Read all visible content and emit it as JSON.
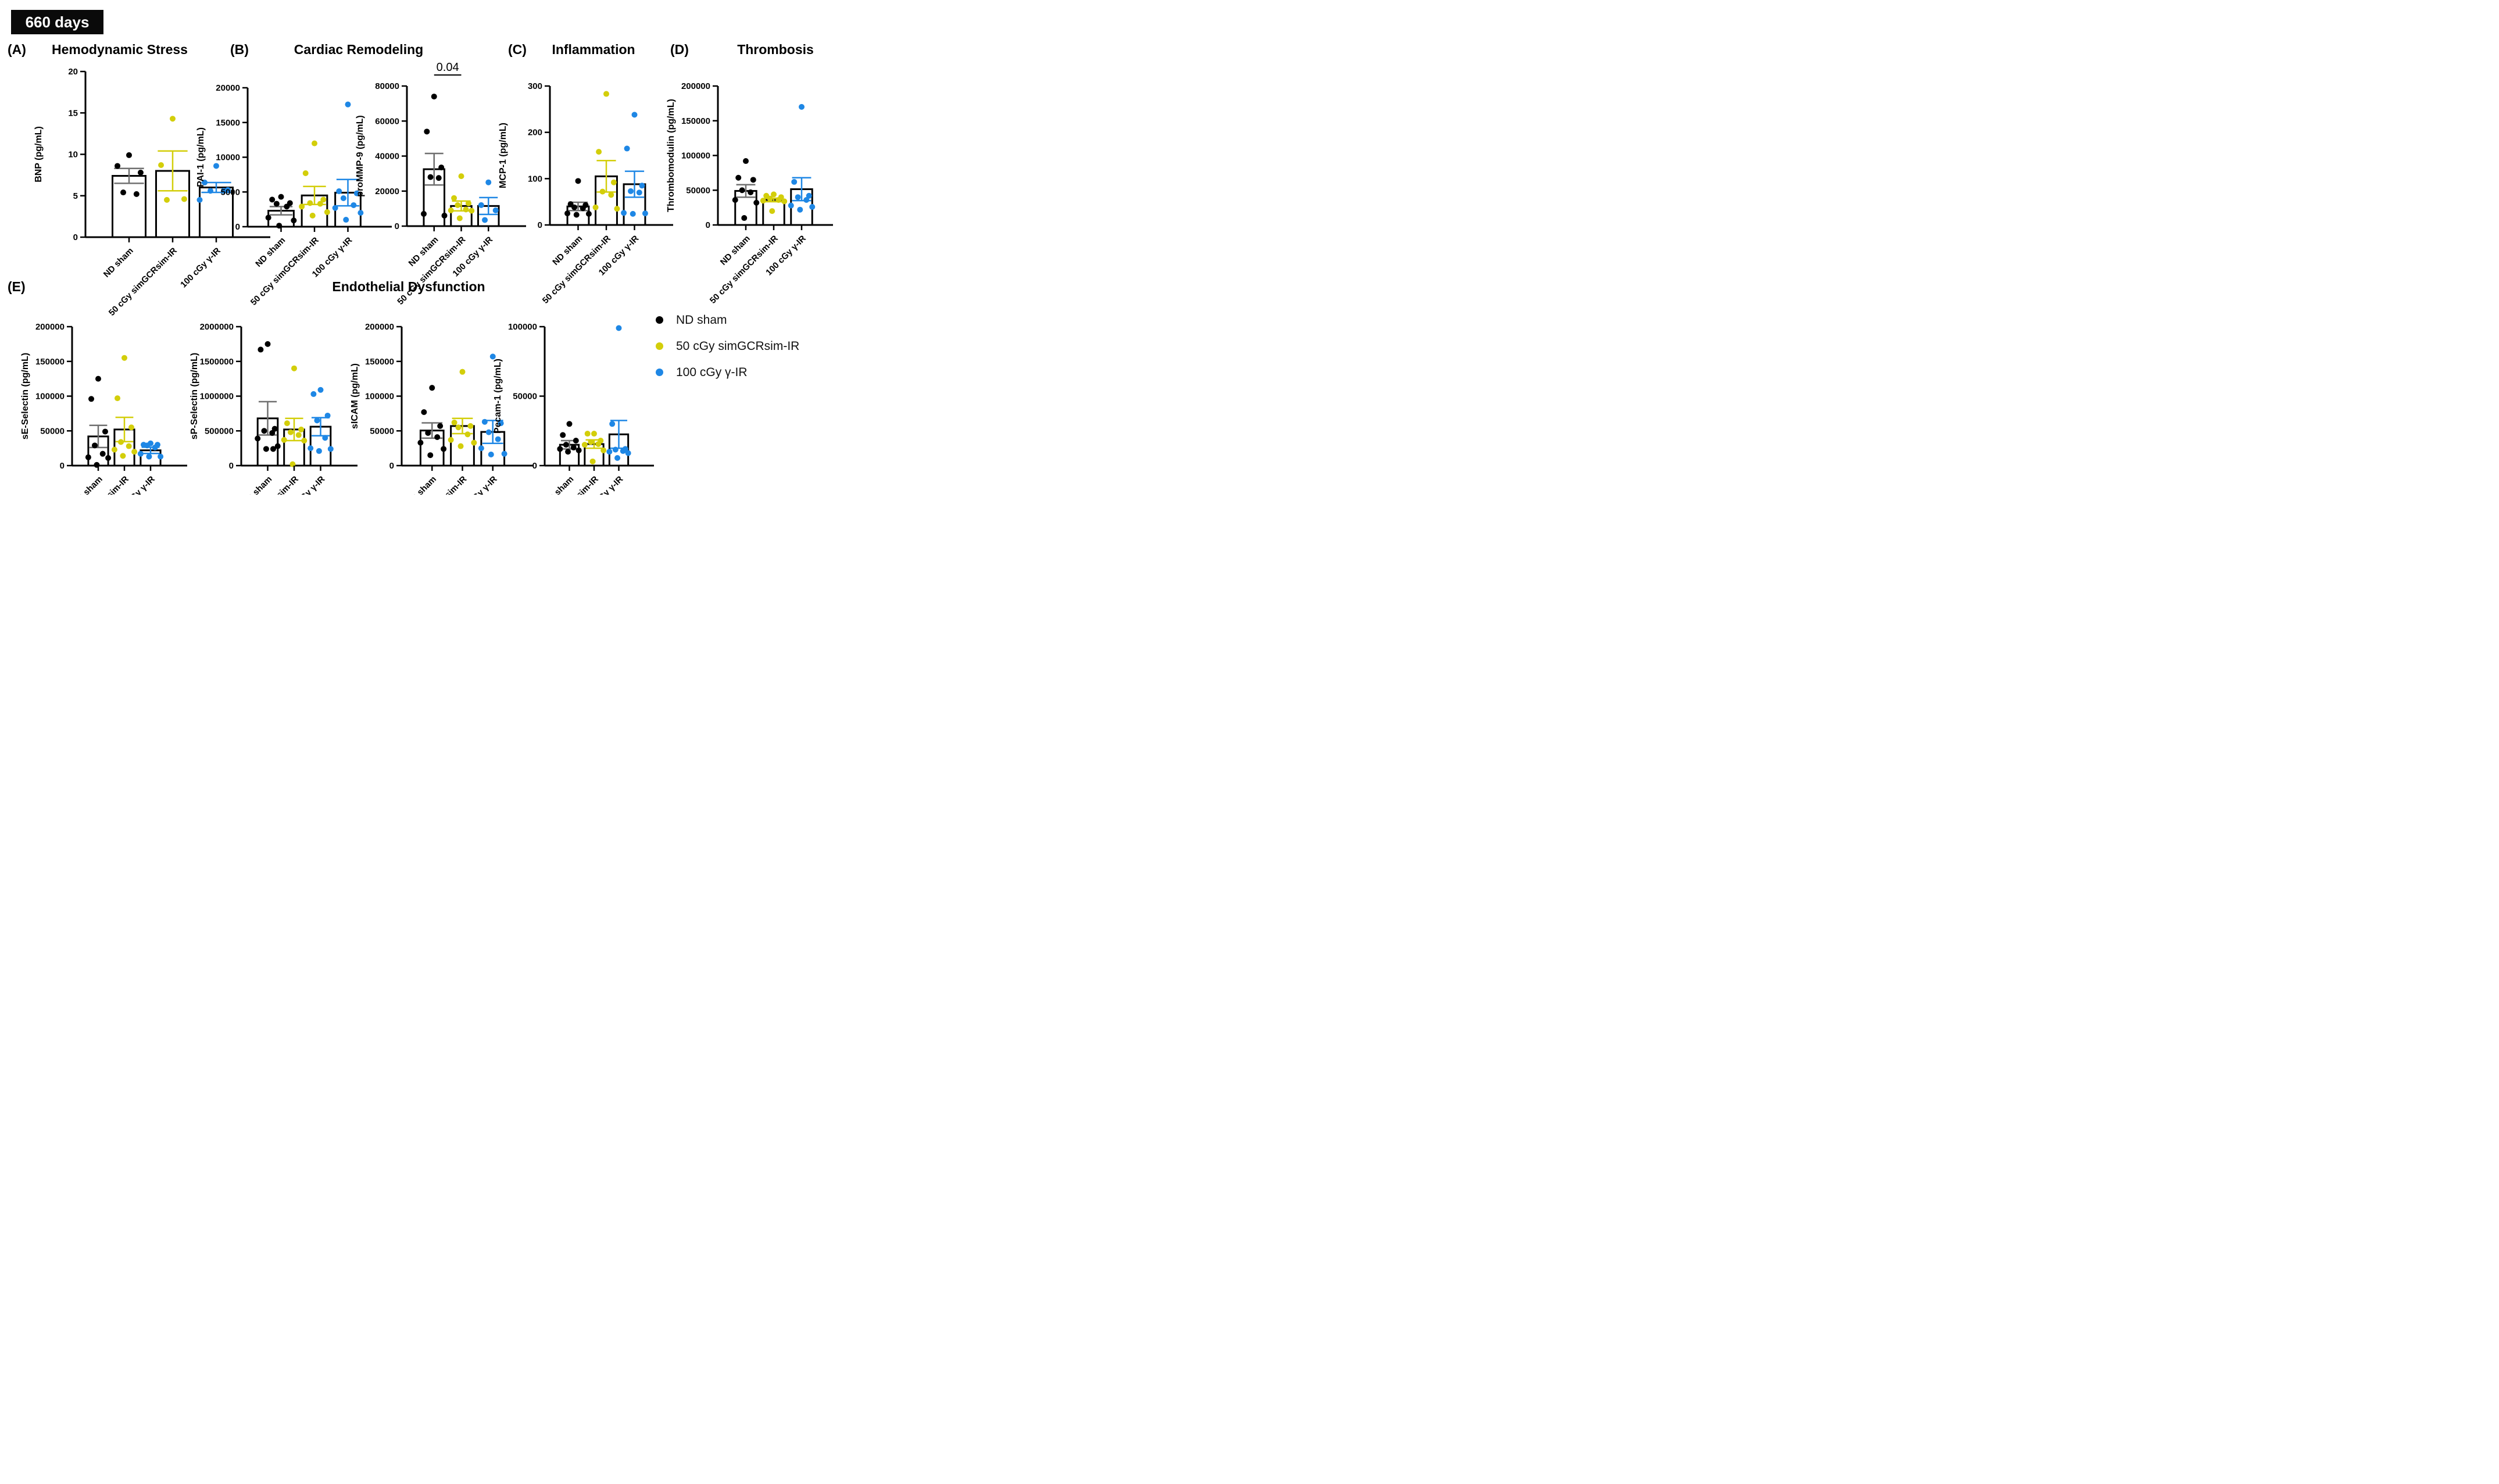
{
  "banner": {
    "label": "660 days"
  },
  "panels": [
    {
      "letter": "(A)",
      "title": "Hemodynamic Stress"
    },
    {
      "letter": "(B)",
      "title": "Cardiac Remodeling"
    },
    {
      "letter": "(C)",
      "title": "Inflammation"
    },
    {
      "letter": "(D)",
      "title": "Thrombosis"
    },
    {
      "letter": "(E)",
      "title": "Endothelial Dysfunction"
    }
  ],
  "legend": {
    "items": [
      {
        "label": "ND sham",
        "color": "#000000"
      },
      {
        "label": "50 cGy simGCRsim-IR",
        "color": "#d3ce0a"
      },
      {
        "label": "100 cGy γ-IR",
        "color": "#1e87e5"
      }
    ]
  },
  "chart_data": {
    "type": "bar",
    "subtype": "bar-with-scatter-and-sem",
    "categories": [
      "ND sham",
      "50 cGy simGCRsim-IR",
      "100 cGy γ-IR"
    ],
    "group_colors": [
      "#000000",
      "#d3ce0a",
      "#1e87e5"
    ],
    "error_bar_colors": [
      "#6f6f6f",
      "#d3ce0a",
      "#1e87e5"
    ],
    "charts": [
      {
        "id": "bnp",
        "panel": "A",
        "ylabel": "BNP (pg/mL)",
        "ylim": [
          0,
          20
        ],
        "yticks": [
          0,
          5,
          10,
          15,
          20
        ],
        "series": [
          {
            "name": "ND sham",
            "mean": 7.4,
            "sem": 0.9,
            "points": [
              9.9,
              8.6,
              7.8,
              5.4,
              5.2
            ]
          },
          {
            "name": "50 cGy simGCRsim-IR",
            "mean": 8.0,
            "sem": 2.4,
            "points": [
              14.3,
              8.7,
              4.6,
              4.5
            ]
          },
          {
            "name": "100 cGy γ-IR",
            "mean": 6.0,
            "sem": 0.6,
            "points": [
              8.6,
              6.6,
              5.7,
              5.6,
              5.6,
              4.5
            ]
          }
        ]
      },
      {
        "id": "pai1",
        "panel": "B",
        "ylabel": "PAI-1 (pg/mL)",
        "ylim": [
          0,
          20000
        ],
        "yticks": [
          0,
          5000,
          10000,
          15000,
          20000
        ],
        "series": [
          {
            "name": "ND sham",
            "mean": 2300,
            "sem": 600,
            "points": [
              4300,
              3900,
              3400,
              3300,
              2900,
              1300,
              900,
              150
            ]
          },
          {
            "name": "50 cGy simGCRsim-IR",
            "mean": 4500,
            "sem": 1300,
            "points": [
              12000,
              7700,
              3900,
              3400,
              3300,
              2900,
              2100,
              1600
            ]
          },
          {
            "name": "100 cGy γ-IR",
            "mean": 4900,
            "sem": 1900,
            "points": [
              17600,
              5100,
              4800,
              4100,
              3100,
              2700,
              2000,
              1000
            ]
          }
        ]
      },
      {
        "id": "prommp9",
        "panel": "B",
        "ylabel": "proMMP-9 (pg/mL)",
        "ylim": [
          0,
          80000
        ],
        "yticks": [
          0,
          20000,
          40000,
          60000,
          80000
        ],
        "annotation": {
          "label": "0.04",
          "between": [
            0,
            1
          ]
        },
        "series": [
          {
            "name": "ND sham",
            "mean": 32500,
            "sem": 9000,
            "points": [
              74000,
              54000,
              33500,
              28000,
              27500,
              7000,
              6000
            ]
          },
          {
            "name": "50 cGy simGCRsim-IR",
            "mean": 11500,
            "sem": 2800,
            "points": [
              28500,
              16000,
              13000,
              12000,
              9500,
              9000,
              8800,
              4500
            ]
          },
          {
            "name": "100 cGy γ-IR",
            "mean": 11500,
            "sem": 4800,
            "points": [
              25000,
              12000,
              9000,
              3500
            ]
          }
        ]
      },
      {
        "id": "mcp1",
        "panel": "C",
        "ylabel": "MCP-1 (pg/mL)",
        "ylim": [
          0,
          300
        ],
        "yticks": [
          0,
          100,
          200,
          300
        ],
        "series": [
          {
            "name": "ND sham",
            "mean": 40,
            "sem": 9,
            "points": [
              95,
              45,
              43,
              38,
              36,
              25,
              24,
              22
            ]
          },
          {
            "name": "50 cGy simGCRsim-IR",
            "mean": 105,
            "sem": 34,
            "points": [
              283,
              158,
              92,
              72,
              65,
              38,
              35
            ]
          },
          {
            "name": "100 cGy γ-IR",
            "mean": 88,
            "sem": 28,
            "points": [
              238,
              165,
              85,
              73,
              70,
              26,
              25,
              24
            ]
          }
        ]
      },
      {
        "id": "thrombomodulin",
        "panel": "D",
        "ylabel": "Thrombomodulin (pg/mL)",
        "ylim": [
          0,
          200000
        ],
        "yticks": [
          0,
          50000,
          100000,
          150000,
          200000
        ],
        "series": [
          {
            "name": "ND sham",
            "mean": 49000,
            "sem": 9000,
            "points": [
              92000,
              68000,
              65000,
              50000,
              47000,
              36000,
              32000,
              10000
            ]
          },
          {
            "name": "50 cGy simGCRsim-IR",
            "mean": 36000,
            "sem": 2500,
            "points": [
              44000,
              42000,
              40000,
              38000,
              36000,
              35000,
              34000,
              20000
            ]
          },
          {
            "name": "100 cGy γ-IR",
            "mean": 51500,
            "sem": 16500,
            "points": [
              170000,
              62000,
              42000,
              40000,
              36000,
              28000,
              26000,
              22000
            ]
          }
        ]
      },
      {
        "id": "seselectin",
        "panel": "E",
        "ylabel": "sE-Selectin (pg/mL)",
        "ylim": [
          0,
          200000
        ],
        "yticks": [
          0,
          50000,
          100000,
          150000,
          200000
        ],
        "series": [
          {
            "name": "ND sham",
            "mean": 42000,
            "sem": 16000,
            "points": [
              125000,
              96000,
              49000,
              29000,
              17000,
              12000,
              11000,
              1000
            ]
          },
          {
            "name": "50 cGy simGCRsim-IR",
            "mean": 52000,
            "sem": 17500,
            "points": [
              155000,
              97000,
              55000,
              34000,
              28000,
              23000,
              20000,
              14000
            ]
          },
          {
            "name": "100 cGy γ-IR",
            "mean": 22000,
            "sem": 4500,
            "points": [
              32000,
              30000,
              30000,
              29000,
              26000,
              17000,
              13000,
              13000
            ]
          }
        ]
      },
      {
        "id": "spselectin",
        "panel": "E",
        "ylabel": "sP-Selectin (pg/mL)",
        "ylim": [
          0,
          2000000
        ],
        "yticks": [
          0,
          500000,
          1000000,
          1500000,
          2000000
        ],
        "series": [
          {
            "name": "ND sham",
            "mean": 680000,
            "sem": 240000,
            "points": [
              1750000,
              1670000,
              530000,
              500000,
              470000,
              390000,
              280000,
              240000,
              240000
            ]
          },
          {
            "name": "50 cGy simGCRsim-IR",
            "mean": 520000,
            "sem": 160000,
            "points": [
              1400000,
              610000,
              520000,
              480000,
              440000,
              370000,
              360000,
              20000
            ]
          },
          {
            "name": "100 cGy γ-IR",
            "mean": 560000,
            "sem": 130000,
            "points": [
              1090000,
              1030000,
              720000,
              650000,
              400000,
              250000,
              240000,
              210000
            ]
          }
        ]
      },
      {
        "id": "sicam",
        "panel": "E",
        "ylabel": "sICAM (pg/mL)",
        "ylim": [
          0,
          200000
        ],
        "yticks": [
          0,
          50000,
          100000,
          150000,
          200000
        ],
        "series": [
          {
            "name": "ND sham",
            "mean": 50500,
            "sem": 11000,
            "points": [
              112000,
              77000,
              57000,
              47000,
              41000,
              33000,
              24000,
              15000
            ]
          },
          {
            "name": "50 cGy simGCRsim-IR",
            "mean": 57000,
            "sem": 11000,
            "points": [
              135000,
              62000,
              57000,
              55000,
              45000,
              37000,
              33000,
              28000
            ]
          },
          {
            "name": "100 cGy γ-IR",
            "mean": 48500,
            "sem": 16500,
            "points": [
              157000,
              63000,
              61000,
              48000,
              38000,
              25000,
              17000,
              16000
            ]
          }
        ]
      },
      {
        "id": "pecam1",
        "panel": "E",
        "ylabel": "Pecam-1 (pg/mL)",
        "ylim": [
          0,
          100000
        ],
        "yticks": [
          0,
          50000,
          100000
        ],
        "series": [
          {
            "name": "ND sham",
            "mean": 15000,
            "sem": 3000,
            "points": [
              30000,
              22000,
              18000,
              15000,
              13000,
              12000,
              11000,
              10000
            ]
          },
          {
            "name": "50 cGy simGCRsim-IR",
            "mean": 15500,
            "sem": 3000,
            "points": [
              23000,
              23000,
              18000,
              17000,
              15500,
              15000,
              11000,
              3000
            ]
          },
          {
            "name": "100 cGy γ-IR",
            "mean": 22500,
            "sem": 10000,
            "points": [
              99000,
              30000,
              12000,
              11500,
              10500,
              10000,
              9000,
              5500
            ]
          }
        ]
      }
    ]
  }
}
